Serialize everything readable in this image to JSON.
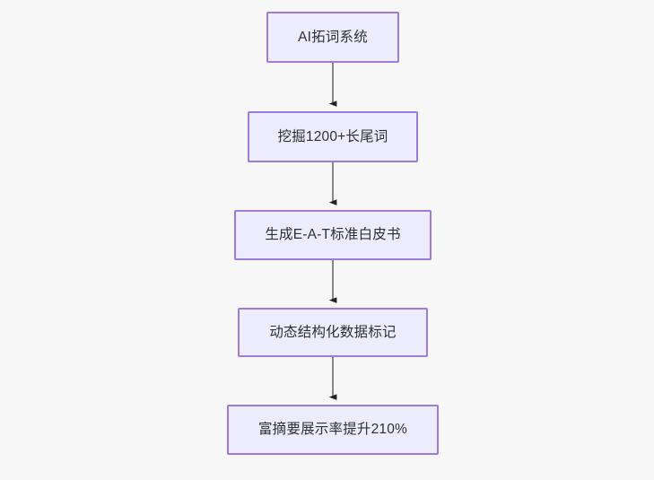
{
  "diagram": {
    "type": "flowchart",
    "direction": "top-to-bottom",
    "background_color": "#f7f7f8",
    "node_fill_color": "#ececfc",
    "node_border_color": "#9d7bdb",
    "node_text_color": "#2f2f33",
    "edge_line_color": "#888888",
    "edge_arrow_color": "#222222",
    "nodes": [
      {
        "id": "n1",
        "label": "AI拓词系统"
      },
      {
        "id": "n2",
        "label": "挖掘1200+长尾词"
      },
      {
        "id": "n3",
        "label": "生成E-A-T标准白皮书"
      },
      {
        "id": "n4",
        "label": "动态结构化数据标记"
      },
      {
        "id": "n5",
        "label": "富摘要展示率提升210%"
      }
    ],
    "edges": [
      {
        "id": "e1",
        "from": "n1",
        "to": "n2",
        "label": ""
      },
      {
        "id": "e2",
        "from": "n2",
        "to": "n3",
        "label": ""
      },
      {
        "id": "e3",
        "from": "n3",
        "to": "n4",
        "label": ""
      },
      {
        "id": "e4",
        "from": "n4",
        "to": "n5",
        "label": ""
      }
    ]
  }
}
